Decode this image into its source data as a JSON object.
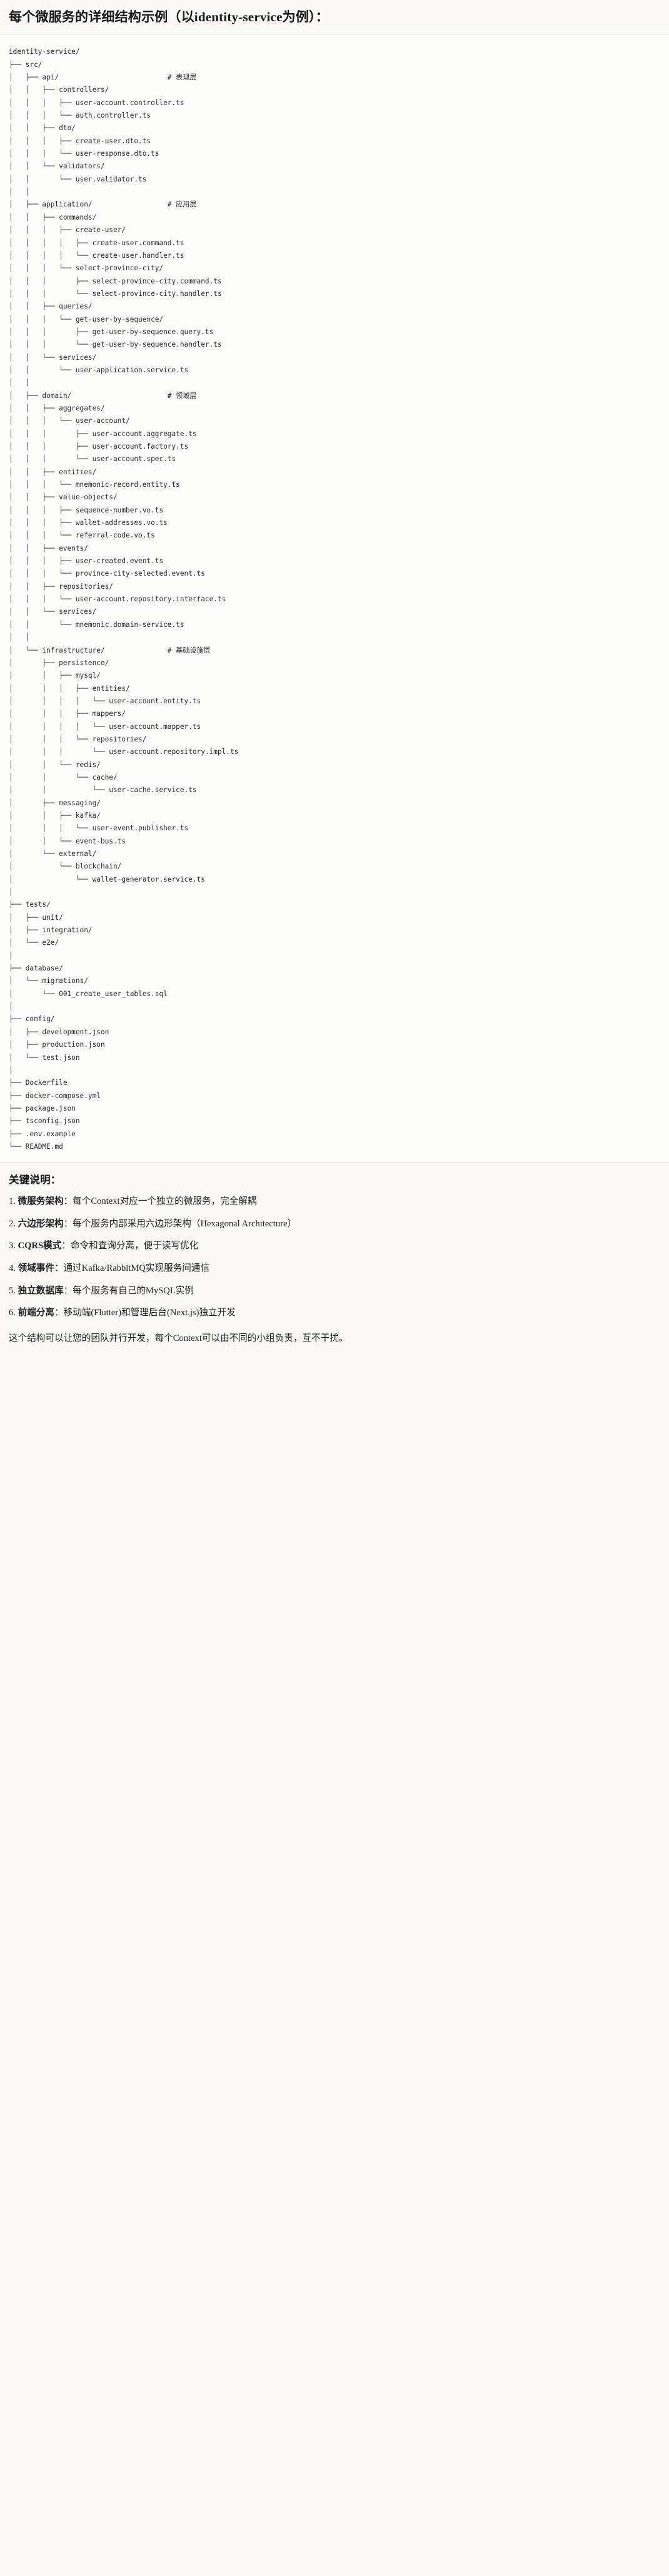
{
  "document": {
    "title": "每个微服务的详细结构示例（以identity-service为例）："
  },
  "tree": {
    "root": "identity-service/",
    "text": "identity-service/\n├── src/\n│   ├── api/                          # 表现层\n│   │   ├── controllers/\n│   │   │   ├── user-account.controller.ts\n│   │   │   └── auth.controller.ts\n│   │   ├── dto/\n│   │   │   ├── create-user.dto.ts\n│   │   │   └── user-response.dto.ts\n│   │   └── validators/\n│   │       └── user.validator.ts\n│   │\n│   ├── application/                  # 应用层\n│   │   ├── commands/\n│   │   │   ├── create-user/\n│   │   │   │   ├── create-user.command.ts\n│   │   │   │   └── create-user.handler.ts\n│   │   │   └── select-province-city/\n│   │   │       ├── select-province-city.command.ts\n│   │   │       └── select-province-city.handler.ts\n│   │   ├── queries/\n│   │   │   └── get-user-by-sequence/\n│   │   │       ├── get-user-by-sequence.query.ts\n│   │   │       └── get-user-by-sequence.handler.ts\n│   │   └── services/\n│   │       └── user-application.service.ts\n│   │\n│   ├── domain/                       # 领域层\n│   │   ├── aggregates/\n│   │   │   └── user-account/\n│   │   │       ├── user-account.aggregate.ts\n│   │   │       ├── user-account.factory.ts\n│   │   │       └── user-account.spec.ts\n│   │   ├── entities/\n│   │   │   └── mnemonic-record.entity.ts\n│   │   ├── value-objects/\n│   │   │   ├── sequence-number.vo.ts\n│   │   │   ├── wallet-addresses.vo.ts\n│   │   │   └── referral-code.vo.ts\n│   │   ├── events/\n│   │   │   ├── user-created.event.ts\n│   │   │   └── province-city-selected.event.ts\n│   │   ├── repositories/\n│   │   │   └── user-account.repository.interface.ts\n│   │   └── services/\n│   │       └── mnemonic.domain-service.ts\n│   │\n│   └── infrastructure/               # 基础设施层\n│       ├── persistence/\n│       │   ├── mysql/\n│       │   │   ├── entities/\n│       │   │   │   └── user-account.entity.ts\n│       │   │   ├── mappers/\n│       │   │   │   └── user-account.mapper.ts\n│       │   │   └── repositories/\n│       │   │       └── user-account.repository.impl.ts\n│       │   └── redis/\n│       │       └── cache/\n│       │           └── user-cache.service.ts\n│       ├── messaging/\n│       │   ├── kafka/\n│       │   │   └── user-event.publisher.ts\n│       │   └── event-bus.ts\n│       └── external/\n│           └── blockchain/\n│               └── wallet-generator.service.ts\n│\n├── tests/\n│   ├── unit/\n│   ├── integration/\n│   └── e2e/\n│\n├── database/\n│   └── migrations/\n│       └── 001_create_user_tables.sql\n│\n├── config/\n│   ├── development.json\n│   ├── production.json\n│   └── test.json\n│\n├── Dockerfile\n├── docker-compose.yml\n├── package.json\n├── tsconfig.json\n├── .env.example\n└── README.md",
    "layer_comments": [
      "# 表现层",
      "# 应用层",
      "# 领域层",
      "# 基础设施层"
    ]
  },
  "notes": {
    "heading": "关键说明：",
    "items": [
      {
        "term": "微服务架构",
        "desc": "：每个Context对应一个独立的微服务，完全解耦"
      },
      {
        "term": "六边形架构",
        "desc": "：每个服务内部采用六边形架构（Hexagonal Architecture）"
      },
      {
        "term": "CQRS模式",
        "desc": "：命令和查询分离，便于读写优化"
      },
      {
        "term": "领域事件",
        "desc": "：通过Kafka/RabbitMQ实现服务间通信"
      },
      {
        "term": "独立数据库",
        "desc": "：每个服务有自己的MySQL实例"
      },
      {
        "term": "前端分离",
        "desc": "：移动端(Flutter)和管理后台(Next.js)独立开发"
      }
    ],
    "footer": "这个结构可以让您的团队并行开发，每个Context可以由不同的小组负责，互不干扰。"
  }
}
